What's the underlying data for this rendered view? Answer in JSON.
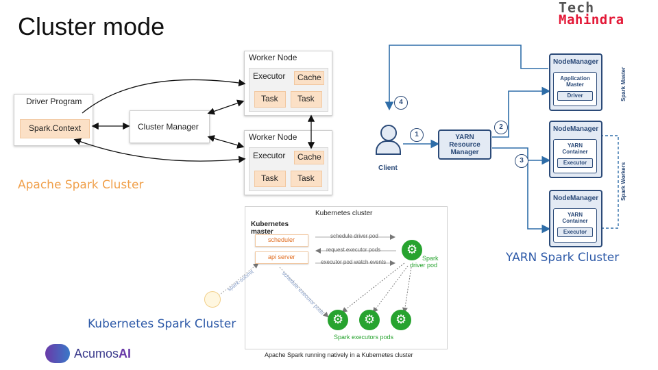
{
  "slide": {
    "title": "Cluster mode",
    "brand": {
      "line1": "Tech",
      "line2": "Mahindra",
      "color": "#e31837"
    },
    "footer_logo": {
      "text": "Acumos",
      "suffix": "AI",
      "color": "#3a3a8c"
    }
  },
  "apache": {
    "caption": "Apache Spark Cluster",
    "caption_color": "#f0a04b",
    "driver_program": "Driver Program",
    "spark_context": "Spark.Context",
    "cluster_manager": "Cluster Manager",
    "worker1": {
      "title": "Worker Node",
      "executor": "Executor",
      "cache": "Cache",
      "task1": "Task",
      "task2": "Task"
    },
    "worker2": {
      "title": "Worker Node",
      "executor": "Executor",
      "cache": "Cache",
      "task1": "Task",
      "task2": "Task"
    }
  },
  "yarn": {
    "caption": "YARN Spark Cluster",
    "caption_color": "#2e5aa8",
    "client": "Client",
    "rm": [
      "YARN",
      "Resource",
      "Manager"
    ],
    "steps": [
      "1",
      "2",
      "3",
      "4"
    ],
    "nm1": {
      "title": "NodeManager",
      "am": [
        "Application",
        "Master"
      ],
      "driver": "Driver"
    },
    "nm2": {
      "title": "NodeManager",
      "container": [
        "YARN",
        "Container"
      ],
      "executor": "Executor"
    },
    "nm3": {
      "title": "NodeManager",
      "container": [
        "YARN",
        "Container"
      ],
      "executor": "Executor"
    },
    "spark_master": "Spark Master",
    "spark_workers": "Spark Workers"
  },
  "k8s": {
    "caption": "Kubernetes Spark Cluster",
    "caption_color": "#2e5aa8",
    "cluster_title": "Kubernetes cluster",
    "master_title": "Kubernetes master",
    "scheduler": "scheduler",
    "api_server": "api server",
    "arrow_schedule_driver": "schedule driver pod",
    "arrow_request_exec": "request executor pods",
    "arrow_watch": "executor pod watch events",
    "spark_submit": "spark-submit",
    "schedule_exec": "schedule executor pods",
    "driver_pod": [
      "Spark",
      "driver pod"
    ],
    "exec_pods": "Spark executors pods",
    "bottom_caption": "Apache Spark running natively in a Kubernetes cluster"
  }
}
